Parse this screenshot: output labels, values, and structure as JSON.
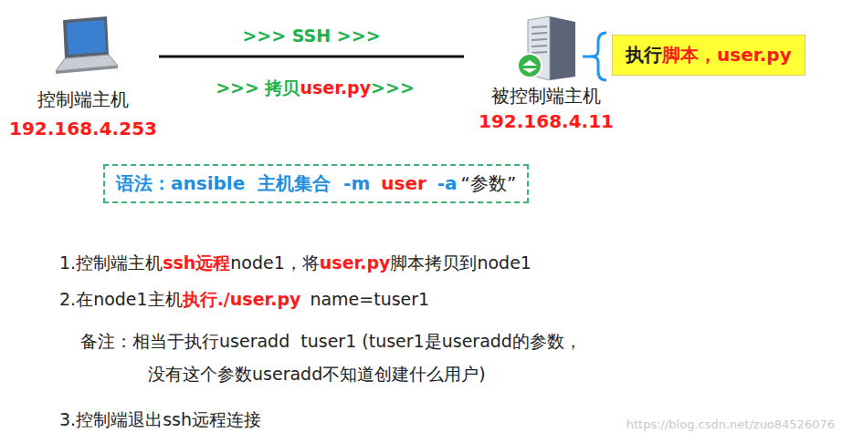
{
  "diagram": {
    "nodes": [
      {
        "text": [
          "控制端主机",
          "192.168.4.253"
        ]
      },
      {
        "text": [
          "被控制端主机",
          "192.168.4.11"
        ]
      },
      {
        "text": [
          "执行",
          "脚本，user.py"
        ]
      },
      {
        "text": [
          "语法：ansible  主机集合  -m",
          "user",
          "-a",
          "“参数”"
        ]
      }
    ],
    "edges": [
      {
        "from": 0,
        "to": 1,
        "arrow": "none",
        "label": ">>> SSH >>>"
      }
    ],
    "labels": [
      ">>> 拷贝",
      "user.py",
      ">>>",
      "1.控制端主机",
      "ssh远程",
      "node1，将",
      "user.py",
      "脚本拷贝到node1",
      "2.在node1主机",
      "执行./user.py",
      "name=tuser1",
      "备注：相当于执行useradd  tuser1 (tuser1是useradd的参数，",
      "没有这个参数useradd不知道创建什么用户)",
      "3.控制端退出ssh远程连接",
      "https://blog.csdn.net/zuo84526076"
    ]
  }
}
